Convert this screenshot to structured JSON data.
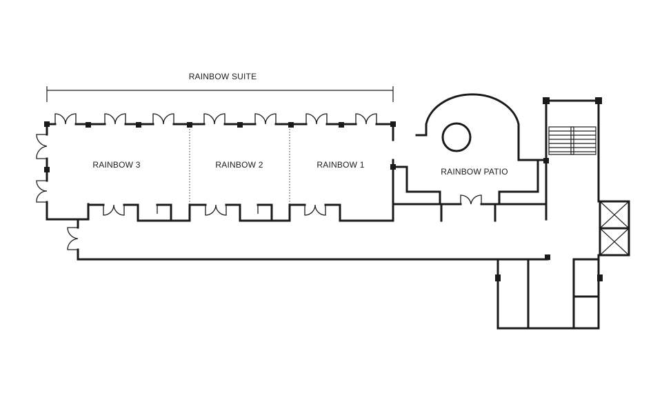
{
  "labels": {
    "suite": "RAINBOW SUITE",
    "rainbow3": "RAINBOW 3",
    "rainbow2": "RAINBOW 2",
    "rainbow1": "RAINBOW 1",
    "patio": "RAINBOW PATIO"
  }
}
